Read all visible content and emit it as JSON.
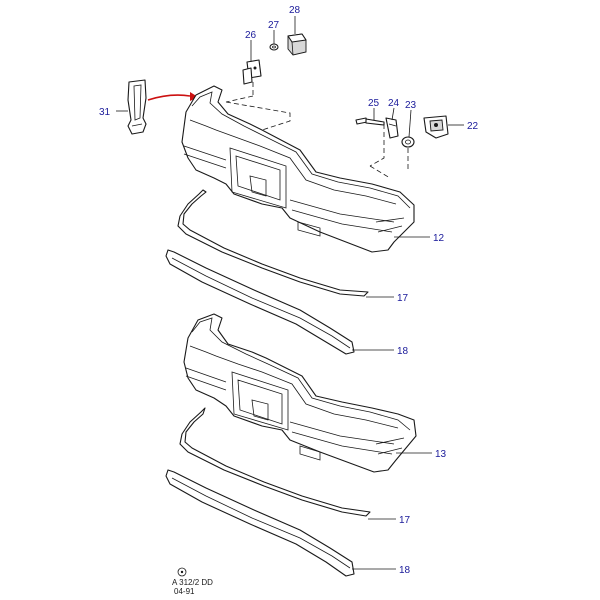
{
  "colors": {
    "callout_text": "#1a1a9a",
    "arrow": "#cc1111",
    "line": "#1a1a1a"
  },
  "callouts": {
    "p31": "31",
    "p26": "26",
    "p27": "27",
    "p28": "28",
    "p25": "25",
    "p24": "24",
    "p23": "23",
    "p22": "22",
    "p12": "12",
    "p17a": "17",
    "p18a": "18",
    "p13": "13",
    "p17b": "17",
    "p18b": "18"
  },
  "footer": {
    "ref_code": "A 312/2 DD",
    "date": "04-91"
  }
}
